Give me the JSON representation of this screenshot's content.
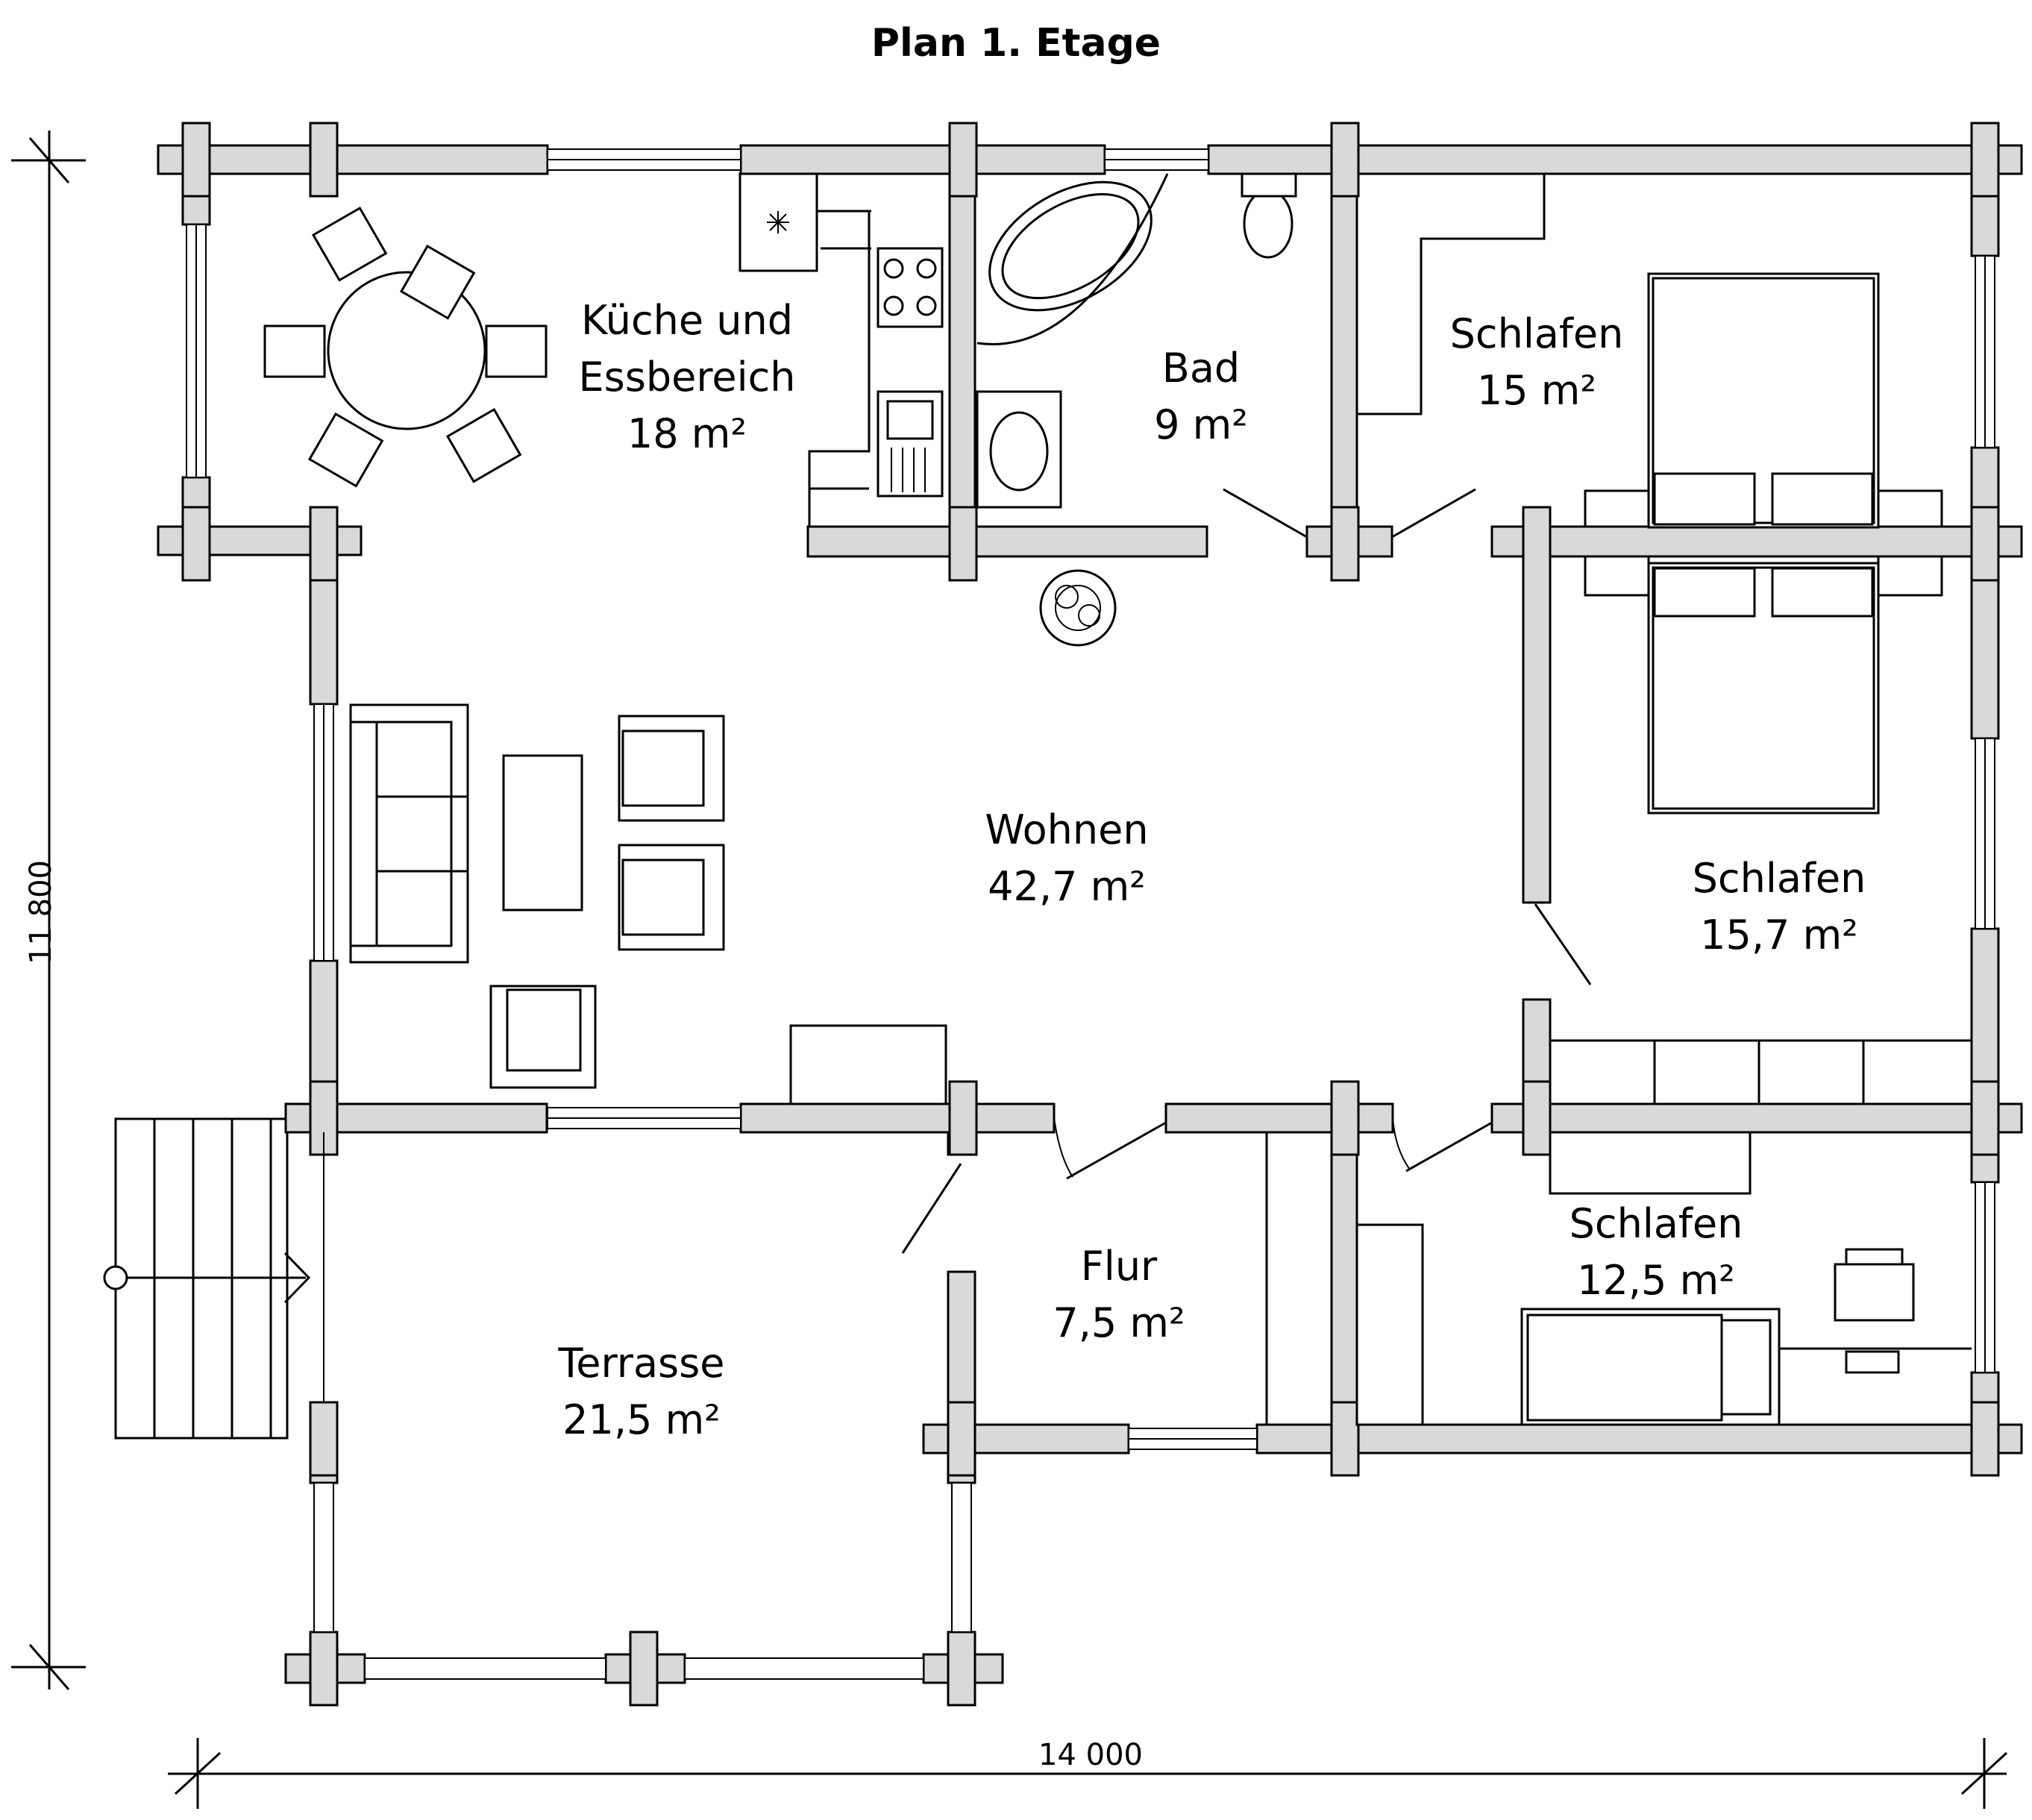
{
  "title": "Plan 1. Etage",
  "rooms": [
    {
      "lines": [
        "Küche und",
        "Essbereich",
        "18 m²"
      ]
    },
    {
      "lines": [
        "Bad",
        "9 m²"
      ]
    },
    {
      "lines": [
        "Schlafen",
        "15 m²"
      ]
    },
    {
      "lines": [
        "Wohnen",
        "42,7 m²"
      ]
    },
    {
      "lines": [
        "Schlafen",
        "15,7 m²"
      ]
    },
    {
      "lines": [
        "Schlafen",
        "12,5 m²"
      ]
    },
    {
      "lines": [
        "Flur",
        "7,5 m²"
      ]
    },
    {
      "lines": [
        "Terrasse",
        "21,5 m²"
      ]
    }
  ],
  "dimensions": {
    "width": "14 000",
    "height": "11 800"
  },
  "colors": {
    "wall_fill": "#d9d9d9",
    "line": "#000000"
  }
}
